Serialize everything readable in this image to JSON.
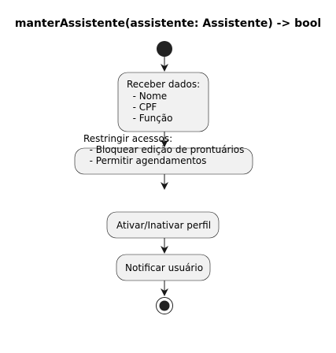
{
  "title": "manterAssistente(assistente: Assistente) -> bool",
  "colors": {
    "node_fill": "#f1f1f1",
    "node_stroke": "#181818",
    "arrow": "#181818",
    "start_end": "#222222"
  },
  "activities": [
    {
      "id": "receber-dados",
      "lines": [
        "Receber dados:",
        "  - Nome",
        "  - CPF",
        "  - Função"
      ]
    },
    {
      "id": "restringir-acessos",
      "lines": [
        "Restringir acessos:",
        "  - Bloquear edição de prontuários",
        "  - Permitir agendamentos"
      ]
    },
    {
      "id": "ativar-inativar-perfil",
      "lines": [
        "Ativar/Inativar perfil"
      ]
    },
    {
      "id": "notificar-usuario",
      "lines": [
        "Notificar usuário"
      ]
    }
  ]
}
